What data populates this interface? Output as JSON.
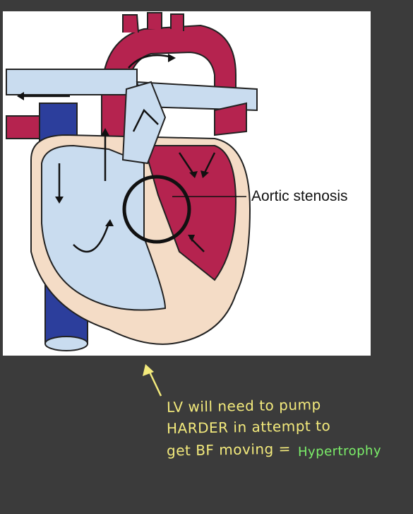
{
  "diagram": {
    "label": "Aortic stenosis"
  },
  "notes": {
    "line1": "LV will need to pump",
    "line2": "HARDER in attempt to",
    "line3": "get BF moving =",
    "highlight": "Hypertrophy"
  },
  "colors": {
    "oxygenated": "#b5234f",
    "deoxygenated": "#c9dcef",
    "vena_cava": "#2c3e9c",
    "muscle": "#f4dcc6",
    "note_text": "#f3ea7c",
    "highlight_text": "#7cf06a"
  }
}
